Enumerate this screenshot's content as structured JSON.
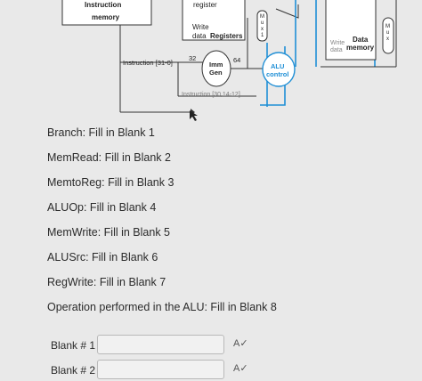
{
  "diagram": {
    "instruction_memory_label": "memory",
    "instruction_memory_cut": "Instruction",
    "register_cut": "register",
    "write_data_label": "Write",
    "data_label": "data",
    "registers_label": "Registers",
    "instruction_field": "Instruction [31-0]",
    "bus_32": "32",
    "bus_64": "64",
    "imm_gen_line1": "Imm",
    "imm_gen_line2": "Gen",
    "alu_control_line1": "ALU",
    "alu_control_line2": "control",
    "instruction_bits": "Instruction [30,14-12]",
    "dm_write_label": "Write",
    "dm_data_label": "data",
    "data_memory_line1": "Data",
    "data_memory_line2": "memory",
    "mux_letters": [
      "M",
      "u",
      "x",
      "1"
    ],
    "mux2_letters": [
      "M",
      "u",
      "x"
    ]
  },
  "questions": [
    "Branch: Fill in Blank 1",
    "MemRead: Fill in Blank 2",
    "MemtoReg: Fill in Blank 3",
    "ALUOp: Fill in Blank 4",
    "MemWrite: Fill in Blank 5",
    "ALUSrc: Fill in Blank 6",
    "RegWrite: Fill in Blank 7",
    "Operation performed in the ALU: Fill in Blank 8"
  ],
  "blanks": [
    {
      "label": "Blank # 1",
      "value": ""
    },
    {
      "label": "Blank # 2",
      "value": ""
    }
  ],
  "icons": {
    "spellcheck": "spellcheck-icon"
  },
  "colors": {
    "control_blue": "#1f8fd6",
    "background": "#e9e9e9"
  }
}
